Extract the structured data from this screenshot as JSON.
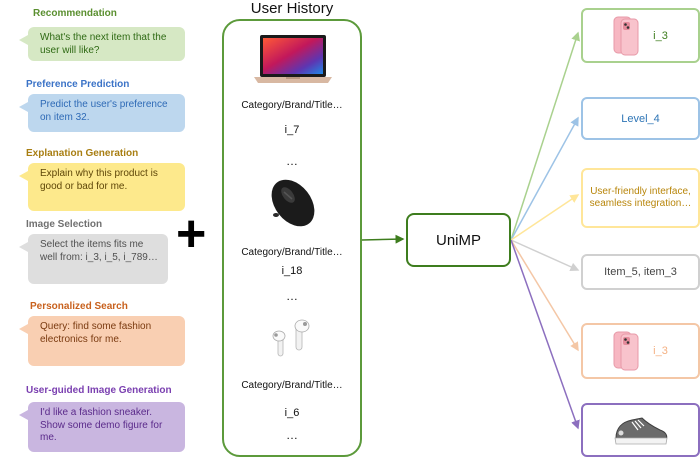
{
  "tasks": [
    {
      "title": "Recommendation",
      "title_color": "#5a8f2f",
      "bubble_bg": "#d6e8c4",
      "bubble_text_color": "#2f6a14",
      "text": "What's the next item that the user will like?"
    },
    {
      "title": "Preference Prediction",
      "title_color": "#3b73c7",
      "bubble_bg": "#bdd7ee",
      "bubble_text_color": "#2e6ab6",
      "text": "Predict the user's preference on item 32."
    },
    {
      "title": "Explanation Generation",
      "title_color": "#a87e12",
      "bubble_bg": "#fde98c",
      "bubble_text_color": "#5e4608",
      "text": "Explain why this product is good or bad for me."
    },
    {
      "title": "Image Selection",
      "title_color": "#707070",
      "bubble_bg": "#dedede",
      "bubble_text_color": "#505050",
      "text": "Select the items fits me well from: i_3, i_5, i_789…"
    },
    {
      "title": "Personalized Search",
      "title_color": "#c8611d",
      "bubble_bg": "#f9cfb2",
      "bubble_text_color": "#7a3a10",
      "text": "Query: find some fashion electronics for me."
    },
    {
      "title": "User-guided Image Generation",
      "title_color": "#7a3fb0",
      "bubble_bg": "#c9b6e0",
      "bubble_text_color": "#5a2a8a",
      "text": "I'd like a fashion sneaker. Show some demo figure for me."
    }
  ],
  "plus_sign": "+",
  "history": {
    "title": "User History",
    "items": [
      {
        "icon": "laptop-icon",
        "caption": "Category/Brand/Title…",
        "id": "i_7"
      },
      {
        "icon": "mouse-icon",
        "caption": "Category/Brand/Title…",
        "id": "i_18"
      },
      {
        "icon": "earbuds-icon",
        "caption": "Category/Brand/Title…",
        "id": "i_6"
      }
    ],
    "ellipsis": "…"
  },
  "model": {
    "label": "UniMP"
  },
  "outputs": [
    {
      "color": "#a9d18e",
      "text": "i_3",
      "text_color": "#3e7d1e",
      "icon": "phone-icon"
    },
    {
      "color": "#9dc3e6",
      "text": "Level_4",
      "text_color": "#2e75b6",
      "icon": ""
    },
    {
      "color": "#ffe699",
      "text": "User-friendly interface, seamless integration…",
      "text_color": "#b8860b",
      "icon": ""
    },
    {
      "color": "#d0d0d0",
      "text": "Item_5, item_3",
      "text_color": "#444444",
      "icon": ""
    },
    {
      "color": "#f4c7a6",
      "text": "i_3",
      "text_color": "#f4b183",
      "icon": "phone-icon"
    },
    {
      "color": "#8c6fbf",
      "text": "",
      "text_color": "#7030a0",
      "icon": "sneaker-icon"
    }
  ]
}
